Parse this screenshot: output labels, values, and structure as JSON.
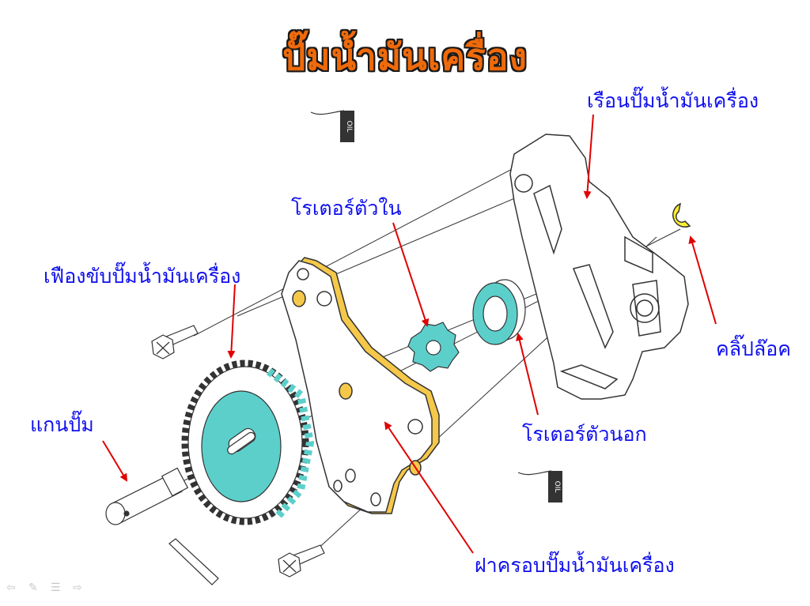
{
  "title": "ปั๊มน้ำมันเครื่อง",
  "labels": {
    "housing": "เรือนปั๊มน้ำมันเครื่อง",
    "inner_rotor": "โรเตอร์ตัวใน",
    "drive_gear": "เฟืองขับปั๊มน้ำมันเครื่อง",
    "clip": "คลิ๊ปล๊อค",
    "shaft": "แกนปั๊ม",
    "outer_rotor": "โรเตอร์ตัวนอก",
    "cover": "ฝาครอบปั๊มน้ำมันเครื่อง"
  },
  "oil_tag_text": "OIL",
  "colors": {
    "title": "#f06a0a",
    "label": "#1010ee",
    "arrow": "#e00000",
    "teal": "#5ccfcb",
    "yellow": "#f5c84a"
  },
  "nav_icons": [
    "back-arrow-icon",
    "pen-icon",
    "menu-icon",
    "forward-arrow-icon"
  ]
}
